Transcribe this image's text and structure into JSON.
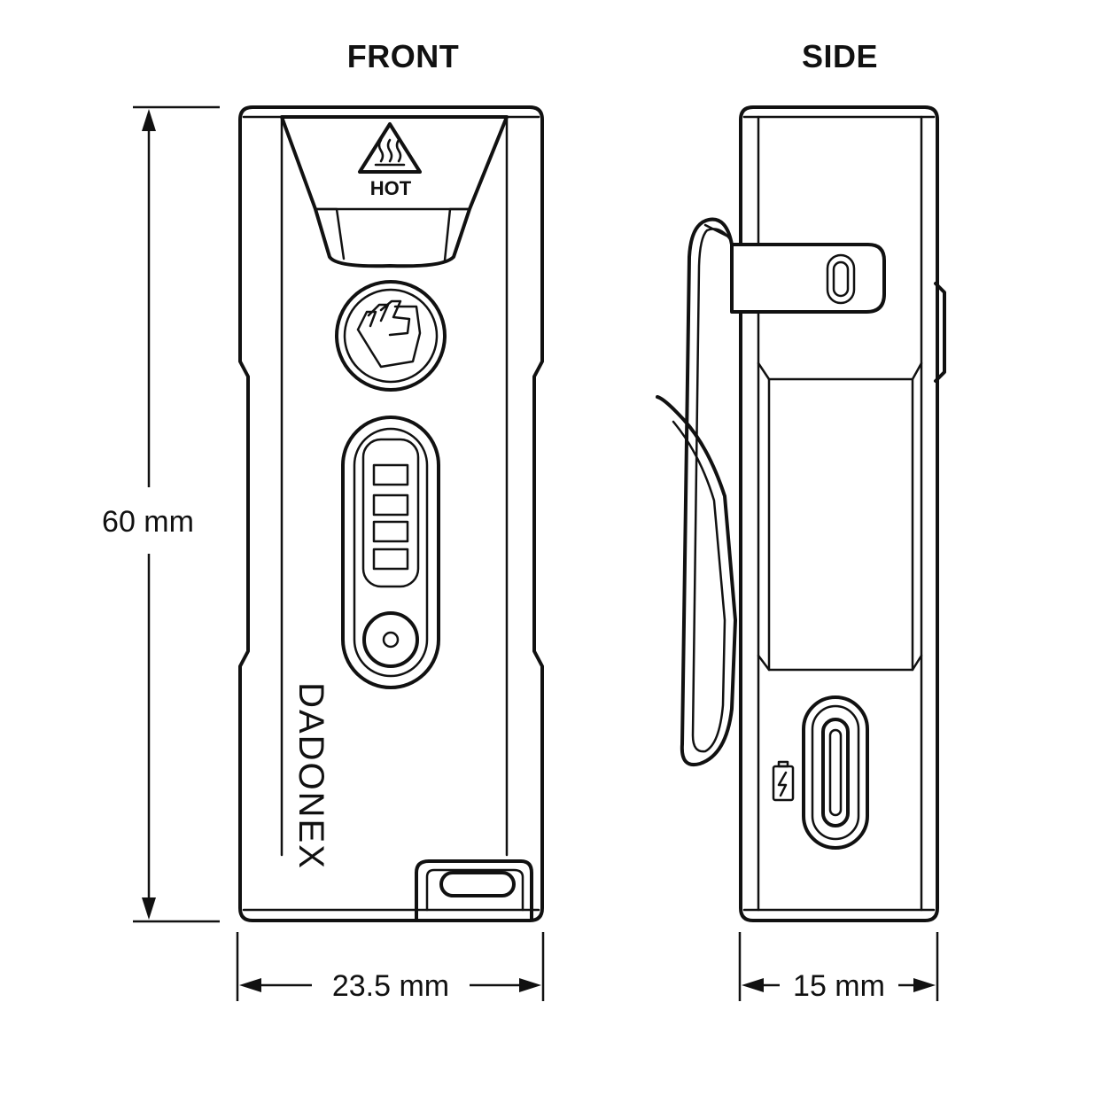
{
  "views": {
    "front_title": "FRONT",
    "side_title": "SIDE"
  },
  "dimensions": {
    "height": "60 mm",
    "front_width": "23.5 mm",
    "side_width": "15 mm"
  },
  "front": {
    "brand_text": "DADONEX",
    "warning_label": "HOT",
    "warning_icon": "hot-surface-warning-icon",
    "logo_icon": "fist-logo-icon",
    "indicator_icon": "battery-level-indicator-icon",
    "power_icon": "power-button-icon"
  },
  "side": {
    "port_icon": "usb-c-port-icon",
    "charge_icon": "battery-charging-icon",
    "clip_icon": "belt-clip-icon"
  }
}
